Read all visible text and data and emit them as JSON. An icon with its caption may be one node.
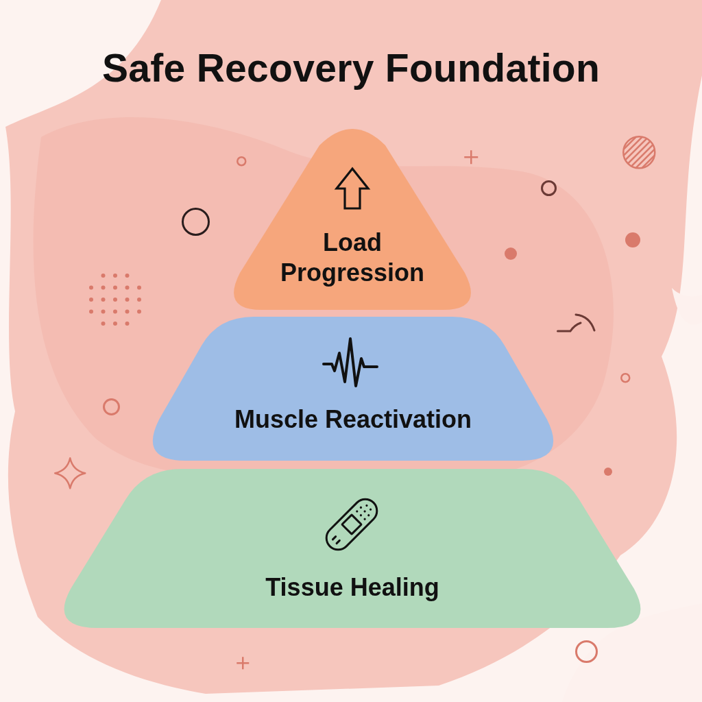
{
  "diagram": {
    "title": "Safe Recovery Foundation",
    "nodes": [
      {
        "text": [
          "Load Progression"
        ]
      },
      {
        "text": [
          "Muscle Reactivation"
        ]
      },
      {
        "text": [
          "Tissue Healing"
        ]
      }
    ]
  }
}
